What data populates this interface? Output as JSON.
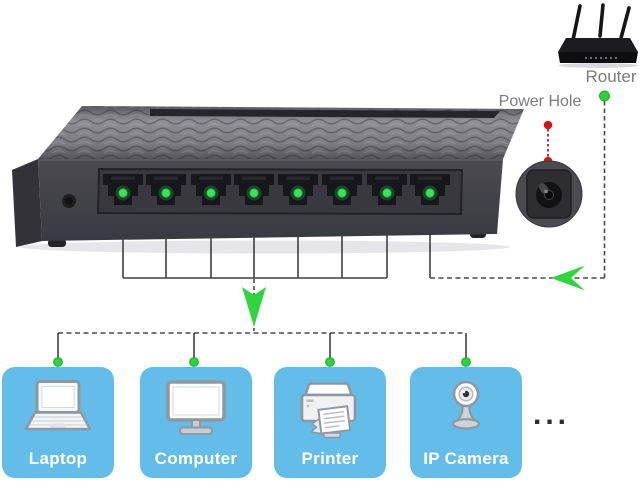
{
  "callouts": {
    "router_label": "Router",
    "power_hole_label": "Power Hole"
  },
  "switch": {
    "port_count": 8,
    "port_led_color": "#3be25a"
  },
  "devices": [
    {
      "label": "Laptop",
      "icon": "laptop-icon"
    },
    {
      "label": "Computer",
      "icon": "monitor-icon"
    },
    {
      "label": "Printer",
      "icon": "printer-icon"
    },
    {
      "label": "IP Camera",
      "icon": "webcam-icon"
    }
  ],
  "more_devices_ellipsis": "...",
  "colors": {
    "device_box_blue": "#64bce9",
    "connector_green": "#2ed13c",
    "callout_red": "#d6161c",
    "label_gray": "#7b7b7b",
    "line_dark": "#3f3f3f"
  }
}
